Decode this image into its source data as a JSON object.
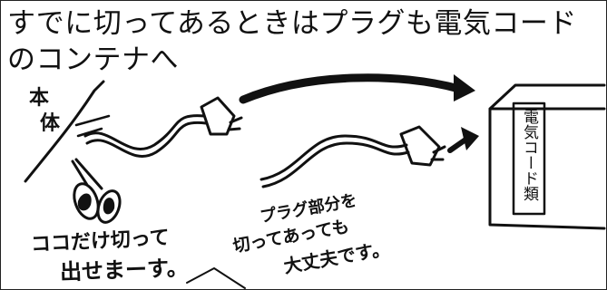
{
  "heading": {
    "line1": "すでに切ってあるときはプラグも電気コード",
    "line2": "のコンテナへ"
  },
  "labels": {
    "body_line1": "本",
    "body_line2": "体",
    "cut_here_line1": "ココだけ切って",
    "cut_here_line2": "出せまーす。",
    "plug_part_line1": "プラグ部分を",
    "plug_part_line2": "切ってあっても",
    "plug_part_line3": "大丈夫です。",
    "container_label": "電気コード類"
  },
  "colors": {
    "ink": "#111111",
    "background": "#ffffff"
  }
}
